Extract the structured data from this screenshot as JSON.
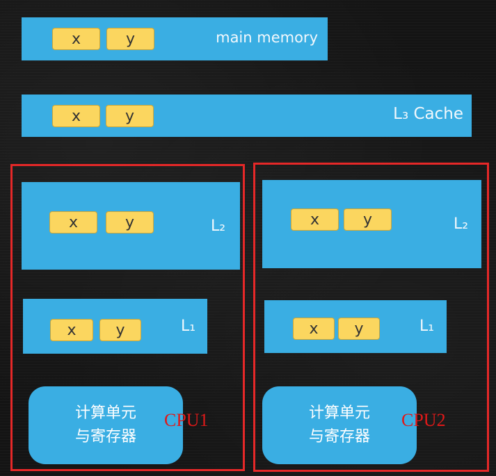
{
  "main_memory": {
    "label": "main memory",
    "cells": [
      "x",
      "y"
    ]
  },
  "l3_cache": {
    "label": "L₃ Cache",
    "cells": [
      "x",
      "y"
    ]
  },
  "cpus": [
    {
      "name": "CPU1",
      "l2": {
        "label": "L₂",
        "cells": [
          "x",
          "y"
        ]
      },
      "l1": {
        "label": "L₁",
        "cells": [
          "x",
          "y"
        ]
      },
      "compute_unit": {
        "label": "计算单元\n与寄存器"
      }
    },
    {
      "name": "CPU2",
      "l2": {
        "label": "L₂",
        "cells": [
          "x",
          "y"
        ]
      },
      "l1": {
        "label": "L₁",
        "cells": [
          "x",
          "y"
        ]
      },
      "compute_unit": {
        "label": "计算单元\n与寄存器"
      }
    }
  ],
  "colors": {
    "block": "#3aaee3",
    "cell": "#fbd65f",
    "cpu_frame": "#e62828",
    "background": "#141414"
  }
}
